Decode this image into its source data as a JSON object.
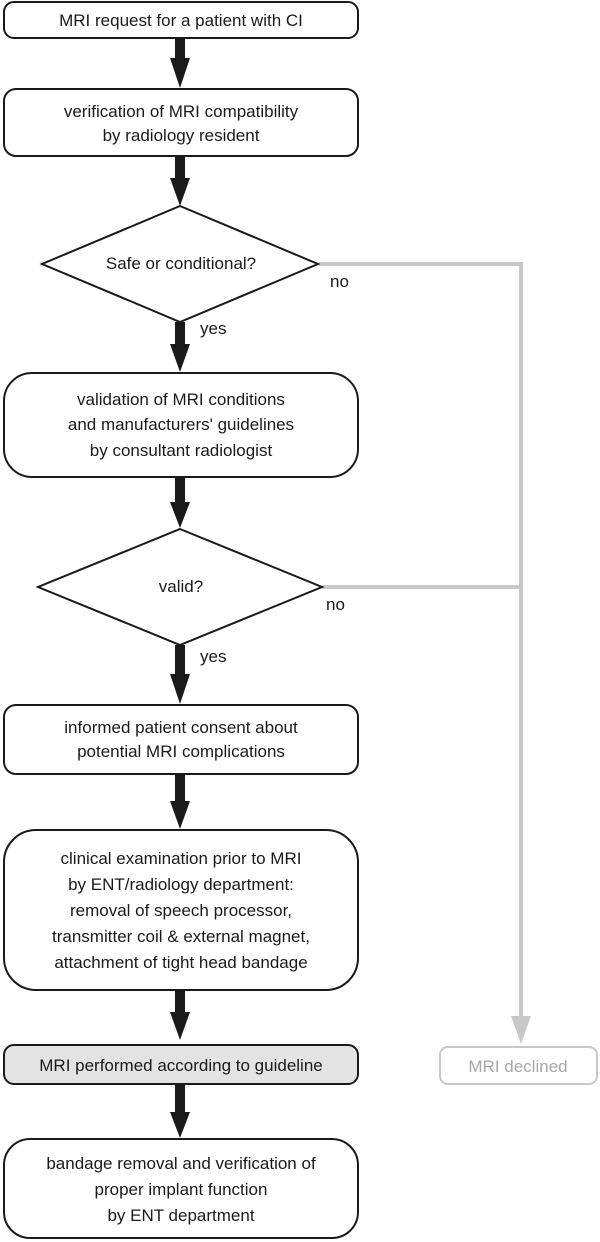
{
  "nodes": {
    "request": {
      "lines": [
        "MRI request for a patient with CI"
      ]
    },
    "verification": {
      "lines": [
        "verification of MRI compatibility",
        "by radiology resident"
      ]
    },
    "safe_decision": {
      "lines": [
        "Safe or conditional?"
      ]
    },
    "validation": {
      "lines": [
        "validation of MRI conditions",
        "and manufacturers' guidelines",
        "by consultant radiologist"
      ]
    },
    "valid_decision": {
      "lines": [
        "valid?"
      ]
    },
    "consent": {
      "lines": [
        "informed patient consent about",
        "potential MRI complications"
      ]
    },
    "clinical_exam": {
      "lines": [
        "clinical examination prior to MRI",
        "by ENT/radiology department:",
        "removal of speech processor,",
        "transmitter coil & external magnet,",
        "attachment of tight head bandage"
      ]
    },
    "mri_performed": {
      "lines": [
        "MRI performed according to guideline"
      ]
    },
    "bandage_removal": {
      "lines": [
        "bandage removal and verification of",
        "proper implant function",
        "by ENT department"
      ]
    },
    "mri_declined": {
      "lines": [
        "MRI declined"
      ]
    }
  },
  "edge_labels": {
    "safe_yes": "yes",
    "safe_no": "no",
    "valid_yes": "yes",
    "valid_no": "no"
  },
  "colors": {
    "line": "#1a1a1a",
    "declined_path": "#c8c8c8",
    "declined_text": "#a8a8a8",
    "highlight_fill": "#e3e3e3",
    "box_fill": "#ffffff"
  }
}
